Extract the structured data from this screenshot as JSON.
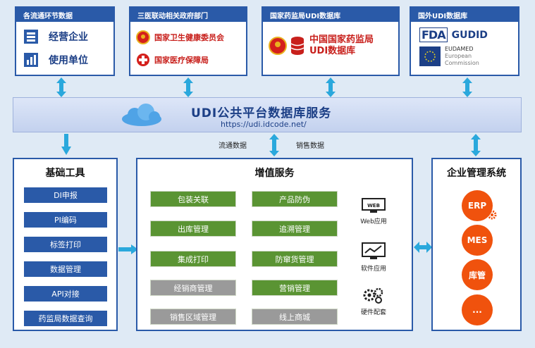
{
  "top": {
    "box1": {
      "header": "各流通环节数据",
      "items": [
        "经营企业",
        "使用单位"
      ]
    },
    "box2": {
      "header": "三医联动相关政府部门",
      "items": [
        "国家卫生健康委员会",
        "国家医疗保障局"
      ]
    },
    "box3": {
      "header": "国家药监局UDI数据库",
      "line1": "中国国家药监局",
      "line2": "UDI数据库"
    },
    "box4": {
      "header": "国外UDI数据库",
      "fda": "FDA",
      "gudid": "GUDID",
      "eudamed": [
        "EUDAMED",
        "European",
        "Commission"
      ]
    }
  },
  "platform": {
    "title": "UDI公共平台数据库服务",
    "url": "https://udi.idcode.net/"
  },
  "labels": {
    "flow": "流通数据",
    "sales": "销售数据"
  },
  "left": {
    "title": "基础工具",
    "buttons": [
      "DI申报",
      "PI编码",
      "标签打印",
      "数据管理",
      "API对接",
      "药监局数据查询"
    ]
  },
  "center": {
    "title": "增值服务",
    "left_buttons": [
      "包装关联",
      "出库管理",
      "集成打印",
      "经销商管理",
      "销售区域管理"
    ],
    "right_buttons": [
      "产品防伪",
      "追溯管理",
      "防窜货管理",
      "营销管理",
      "线上商城"
    ],
    "apps": [
      {
        "icon": "WEB",
        "label": "Web应用"
      },
      {
        "label": "软件应用"
      },
      {
        "label": "硬件配套"
      }
    ]
  },
  "right": {
    "title": "企业管理系统",
    "circles": [
      "ERP",
      "MES",
      "库管",
      "..."
    ]
  },
  "colors": {
    "blue": "#2a5aa8",
    "green": "#5a9433",
    "gray": "#9a9a9a",
    "orange": "#f0520d",
    "arrow": "#2aa8dc",
    "red": "#c8201c"
  }
}
